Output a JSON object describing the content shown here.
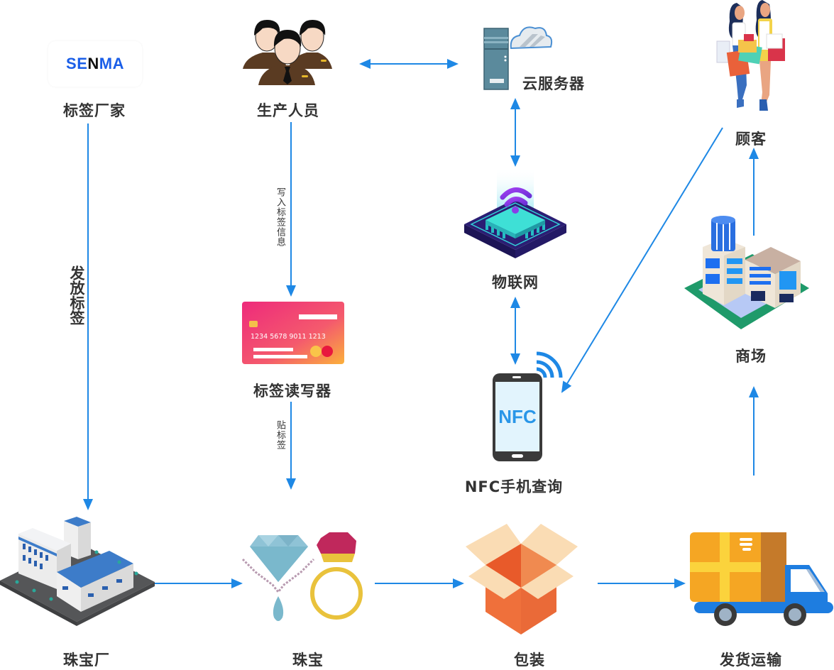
{
  "diagram": {
    "title": "",
    "accent_color": "#1e88e5",
    "nodes": {
      "tag_maker": {
        "label": "标签厂家",
        "logo_pre": "SE",
        "logo_mid": "N",
        "logo_post": "MA",
        "icon": "senma-logo"
      },
      "producer": {
        "label": "生产人员",
        "icon": "staff-group-icon"
      },
      "cloud": {
        "label": "云服务器",
        "icon": "cloud-server-icon"
      },
      "customer": {
        "label": "顾客",
        "icon": "shoppers-icon"
      },
      "iot": {
        "label": "物联网",
        "icon": "iot-chip-icon"
      },
      "reader": {
        "label": "标签读写器",
        "card_number": "1234 5678 9011 1213",
        "icon": "card-reader-icon"
      },
      "nfc_phone": {
        "label": "NFC手机查询",
        "screen_text": "NFC",
        "icon": "nfc-phone-icon"
      },
      "mall": {
        "label": "商场",
        "icon": "mall-building-icon"
      },
      "factory": {
        "label": "珠宝厂",
        "icon": "factory-icon"
      },
      "jewelry": {
        "label": "珠宝",
        "icon": "jewelry-icon"
      },
      "packaging": {
        "label": "包装",
        "icon": "box-icon"
      },
      "shipping": {
        "label": "发货运输",
        "icon": "truck-icon"
      }
    },
    "edge_labels": {
      "issue_tags": "发放标签",
      "write_info": "写入标签信息",
      "attach_tag": "贴标签"
    },
    "edges": [
      {
        "from": "tag_maker",
        "to": "factory",
        "label": "发放标签"
      },
      {
        "from": "producer",
        "to": "reader",
        "label": "写入标签信息"
      },
      {
        "from": "reader",
        "to": "jewelry",
        "label": "贴标签"
      },
      {
        "from": "producer",
        "to": "cloud",
        "bidirectional": true
      },
      {
        "from": "cloud",
        "to": "iot",
        "bidirectional": true
      },
      {
        "from": "iot",
        "to": "nfc_phone",
        "bidirectional": true
      },
      {
        "from": "customer",
        "to": "nfc_phone"
      },
      {
        "from": "factory",
        "to": "jewelry"
      },
      {
        "from": "jewelry",
        "to": "packaging"
      },
      {
        "from": "packaging",
        "to": "shipping"
      },
      {
        "from": "shipping",
        "to": "mall"
      },
      {
        "from": "mall",
        "to": "customer"
      }
    ]
  }
}
